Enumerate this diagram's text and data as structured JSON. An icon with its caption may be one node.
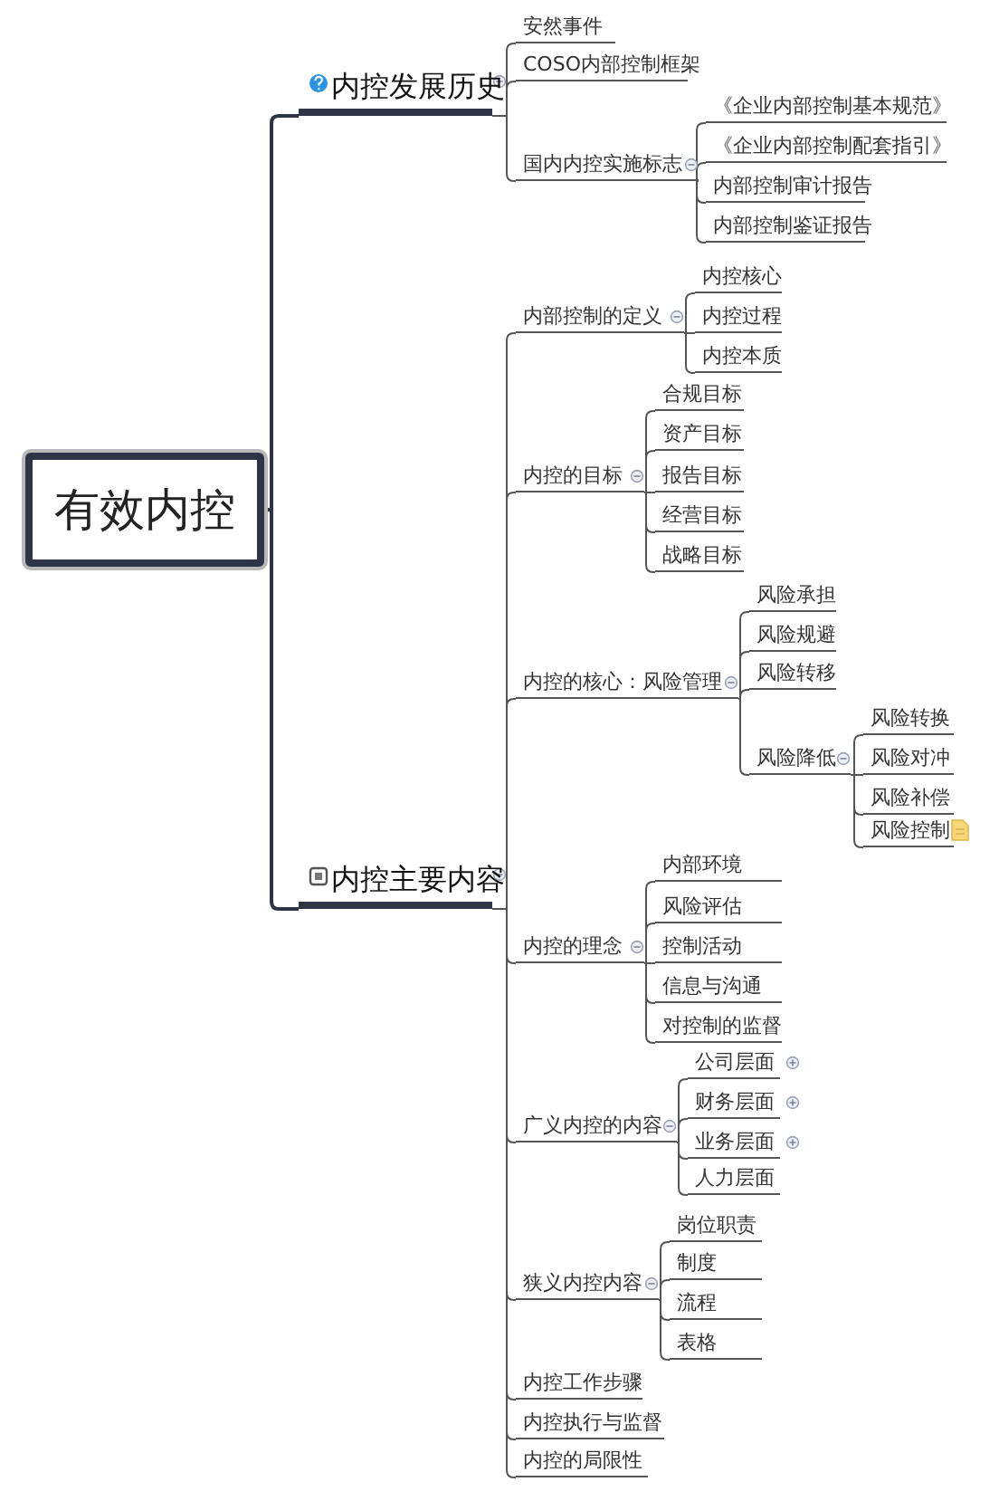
{
  "diagram": {
    "nodes": [
      {
        "text": [
          "有效内控"
        ]
      },
      {
        "text": [
          "内控发展历史"
        ]
      },
      {
        "text": [
          "安然事件"
        ]
      },
      {
        "text": [
          "COSO内部控制框架"
        ]
      },
      {
        "text": [
          "国内内控实施标志"
        ]
      },
      {
        "text": [
          "《企业内部控制基本规范》"
        ]
      },
      {
        "text": [
          "《企业内部控制配套指引》"
        ]
      },
      {
        "text": [
          "内部控制审计报告"
        ]
      },
      {
        "text": [
          "内部控制鉴证报告"
        ]
      },
      {
        "text": [
          "内控主要内容"
        ]
      },
      {
        "text": [
          "内部控制的定义"
        ]
      },
      {
        "text": [
          "内控核心"
        ]
      },
      {
        "text": [
          "内控过程"
        ]
      },
      {
        "text": [
          "内控本质"
        ]
      },
      {
        "text": [
          "内控的目标"
        ]
      },
      {
        "text": [
          "合规目标"
        ]
      },
      {
        "text": [
          "资产目标"
        ]
      },
      {
        "text": [
          "报告目标"
        ]
      },
      {
        "text": [
          "经营目标"
        ]
      },
      {
        "text": [
          "战略目标"
        ]
      },
      {
        "text": [
          "内控的核心：风险管理"
        ]
      },
      {
        "text": [
          "风险承担"
        ]
      },
      {
        "text": [
          "风险规避"
        ]
      },
      {
        "text": [
          "风险转移"
        ]
      },
      {
        "text": [
          "风险降低"
        ]
      },
      {
        "text": [
          "风险转换"
        ]
      },
      {
        "text": [
          "风险对冲"
        ]
      },
      {
        "text": [
          "风险补偿"
        ]
      },
      {
        "text": [
          "风险控制"
        ]
      },
      {
        "text": [
          "内控的理念"
        ]
      },
      {
        "text": [
          "内部环境"
        ]
      },
      {
        "text": [
          "风险评估"
        ]
      },
      {
        "text": [
          "控制活动"
        ]
      },
      {
        "text": [
          "信息与沟通"
        ]
      },
      {
        "text": [
          "对控制的监督"
        ]
      },
      {
        "text": [
          "广义内控的内容"
        ]
      },
      {
        "text": [
          "公司层面"
        ]
      },
      {
        "text": [
          "财务层面"
        ]
      },
      {
        "text": [
          "业务层面"
        ]
      },
      {
        "text": [
          "人力层面"
        ]
      },
      {
        "text": [
          "狭义内控内容"
        ]
      },
      {
        "text": [
          "岗位职责"
        ]
      },
      {
        "text": [
          "制度"
        ]
      },
      {
        "text": [
          "流程"
        ]
      },
      {
        "text": [
          "表格"
        ]
      },
      {
        "text": [
          "内控工作步骤"
        ]
      },
      {
        "text": [
          "内控执行与监督"
        ]
      },
      {
        "text": [
          "内控的局限性"
        ]
      }
    ],
    "edges": [
      {
        "from": 0,
        "to": 1,
        "arrow": "none"
      },
      {
        "from": 0,
        "to": 9,
        "arrow": "none"
      },
      {
        "from": 1,
        "to": 2,
        "arrow": "none"
      },
      {
        "from": 1,
        "to": 3,
        "arrow": "none"
      },
      {
        "from": 1,
        "to": 4,
        "arrow": "none"
      },
      {
        "from": 4,
        "to": 5,
        "arrow": "none"
      },
      {
        "from": 4,
        "to": 6,
        "arrow": "none"
      },
      {
        "from": 4,
        "to": 7,
        "arrow": "none"
      },
      {
        "from": 4,
        "to": 8,
        "arrow": "none"
      },
      {
        "from": 9,
        "to": 10,
        "arrow": "none"
      },
      {
        "from": 9,
        "to": 14,
        "arrow": "none"
      },
      {
        "from": 9,
        "to": 20,
        "arrow": "none"
      },
      {
        "from": 9,
        "to": 29,
        "arrow": "none"
      },
      {
        "from": 9,
        "to": 35,
        "arrow": "none"
      },
      {
        "from": 9,
        "to": 40,
        "arrow": "none"
      },
      {
        "from": 9,
        "to": 45,
        "arrow": "none"
      },
      {
        "from": 9,
        "to": 46,
        "arrow": "none"
      },
      {
        "from": 9,
        "to": 47,
        "arrow": "none"
      },
      {
        "from": 10,
        "to": 11,
        "arrow": "none"
      },
      {
        "from": 10,
        "to": 12,
        "arrow": "none"
      },
      {
        "from": 10,
        "to": 13,
        "arrow": "none"
      },
      {
        "from": 14,
        "to": 15,
        "arrow": "none"
      },
      {
        "from": 14,
        "to": 16,
        "arrow": "none"
      },
      {
        "from": 14,
        "to": 17,
        "arrow": "none"
      },
      {
        "from": 14,
        "to": 18,
        "arrow": "none"
      },
      {
        "from": 14,
        "to": 19,
        "arrow": "none"
      },
      {
        "from": 20,
        "to": 21,
        "arrow": "none"
      },
      {
        "from": 20,
        "to": 22,
        "arrow": "none"
      },
      {
        "from": 20,
        "to": 23,
        "arrow": "none"
      },
      {
        "from": 20,
        "to": 24,
        "arrow": "none"
      },
      {
        "from": 24,
        "to": 25,
        "arrow": "none"
      },
      {
        "from": 24,
        "to": 26,
        "arrow": "none"
      },
      {
        "from": 24,
        "to": 27,
        "arrow": "none"
      },
      {
        "from": 24,
        "to": 28,
        "arrow": "none"
      },
      {
        "from": 29,
        "to": 30,
        "arrow": "none"
      },
      {
        "from": 29,
        "to": 31,
        "arrow": "none"
      },
      {
        "from": 29,
        "to": 32,
        "arrow": "none"
      },
      {
        "from": 29,
        "to": 33,
        "arrow": "none"
      },
      {
        "from": 29,
        "to": 34,
        "arrow": "none"
      },
      {
        "from": 35,
        "to": 36,
        "arrow": "none"
      },
      {
        "from": 35,
        "to": 37,
        "arrow": "none"
      },
      {
        "from": 35,
        "to": 38,
        "arrow": "none"
      },
      {
        "from": 35,
        "to": 39,
        "arrow": "none"
      },
      {
        "from": 40,
        "to": 41,
        "arrow": "none"
      },
      {
        "from": 40,
        "to": 42,
        "arrow": "none"
      },
      {
        "from": 40,
        "to": 43,
        "arrow": "none"
      },
      {
        "from": 40,
        "to": 44,
        "arrow": "none"
      }
    ]
  }
}
